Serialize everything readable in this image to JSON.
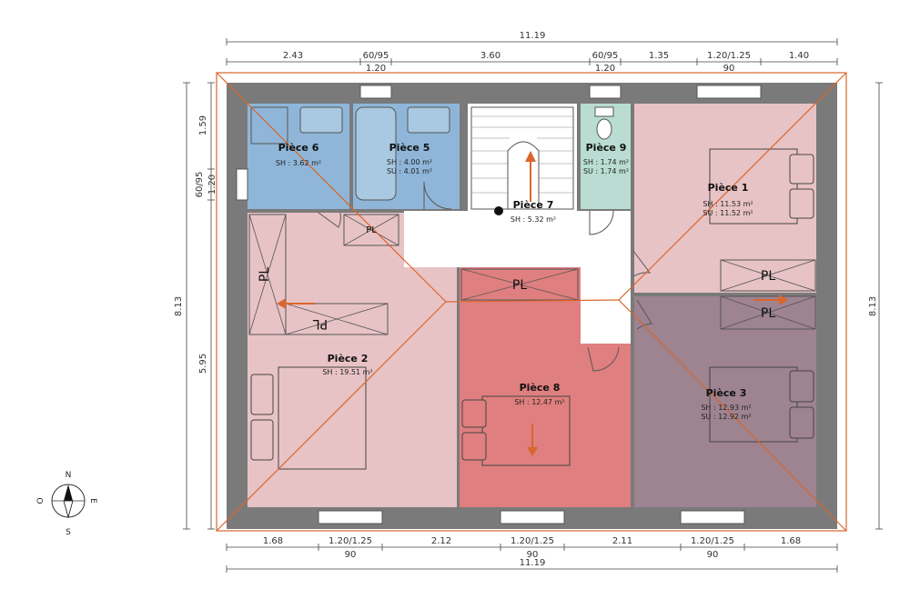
{
  "dimensions": {
    "top_total": "11.19",
    "top_segments": [
      "2.43",
      "60/95",
      "3.60",
      "60/95",
      "1.35",
      "1.20/1.25",
      "1.40"
    ],
    "top_sub": [
      "1.20",
      "1.20",
      "90"
    ],
    "bottom_segments": [
      "1.68",
      "1.20/1.25",
      "2.12",
      "1.20/1.25",
      "2.11",
      "1.20/1.25",
      "1.68"
    ],
    "bottom_sub": [
      "90",
      "90",
      "90"
    ],
    "bottom_total": "11.19",
    "left_segments": [
      "1.59",
      "60/95",
      "1.20",
      "5.95"
    ],
    "left_total": "8.13",
    "right_total": "8.13"
  },
  "rooms": [
    {
      "name": "Pièce 6",
      "lines": [
        "SH : 3.62 m²"
      ]
    },
    {
      "name": "Pièce 5",
      "lines": [
        "SH : 4.00 m²",
        "SU : 4.01 m²"
      ]
    },
    {
      "name": "Pièce 7",
      "lines": [
        "SH : 5.32 m²"
      ]
    },
    {
      "name": "Pièce 9",
      "lines": [
        "SH : 1.74 m²",
        "SU : 1.74 m²"
      ]
    },
    {
      "name": "Pièce 1",
      "lines": [
        "SH : 11.53 m²",
        "SU : 11.52 m²"
      ]
    },
    {
      "name": "Pièce 2",
      "lines": [
        "SH : 19.51 m²"
      ]
    },
    {
      "name": "Pièce 8",
      "lines": [
        "SH : 12.47 m²"
      ]
    },
    {
      "name": "Pièce 3",
      "lines": [
        "SH : 12.93 m²",
        "SU : 12.92 m²"
      ]
    }
  ],
  "pl_label": "PL",
  "compass": {
    "n": "N",
    "s": "S",
    "e": "E",
    "w": "O"
  },
  "colors": {
    "wall": "#7a7a7a",
    "bathroom": "#8fb6d8",
    "wc": "#b9ddd2",
    "bedroom": "#e8c3c5",
    "room8": "#e07f7f",
    "room3": "#9e8390",
    "roof": "#d9662c"
  }
}
